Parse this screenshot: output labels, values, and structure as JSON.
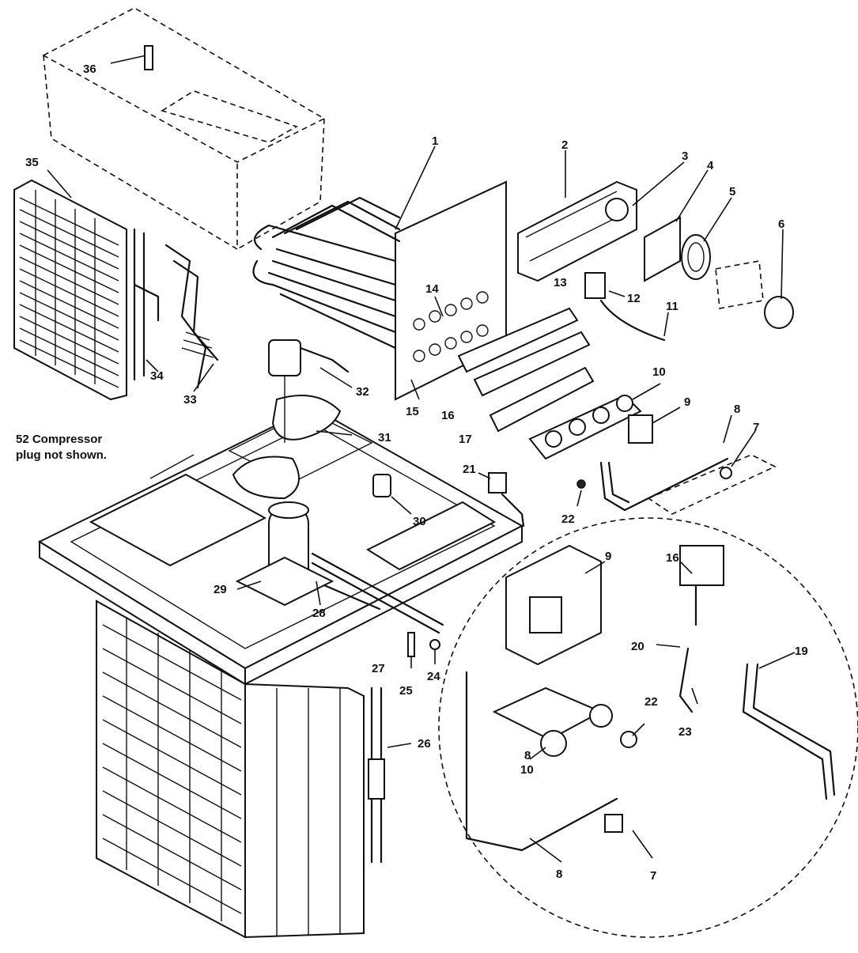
{
  "diagram": {
    "note_line1": "52 Compressor",
    "note_line2": "plug not shown.",
    "callouts": {
      "c1": "1",
      "c2": "2",
      "c3": "3",
      "c4": "4",
      "c5": "5",
      "c6": "6",
      "c7": "7",
      "c8": "8",
      "c9": "9",
      "c10": "10",
      "c11": "11",
      "c12": "12",
      "c13": "13",
      "c14": "14",
      "c15": "15",
      "c16": "16",
      "c17": "17",
      "c21": "21",
      "c22": "22",
      "c24": "24",
      "c25": "25",
      "c26": "26",
      "c27": "27",
      "c28": "28",
      "c29": "29",
      "c30": "30",
      "c31": "31",
      "c32": "32",
      "c33": "33",
      "c34": "34",
      "c35": "35",
      "c36": "36",
      "d7": "7",
      "d8": "8",
      "d9": "9",
      "d10": "10",
      "d16": "16",
      "d19": "19",
      "d20": "20",
      "d22": "22",
      "d23": "23",
      "d8b": "8"
    }
  }
}
